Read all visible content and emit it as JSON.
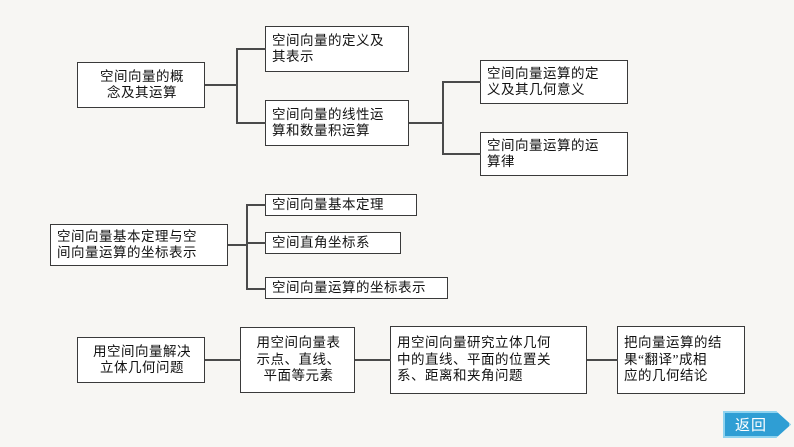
{
  "page": {
    "background_color": "#f7f6f3",
    "box_border_color": "#3a3a3a",
    "box_fill_color": "#ffffff",
    "connector_color": "#4a4a4a",
    "accent_color": "#2f9ed4"
  },
  "groups": {
    "group1": {
      "root": "空间向量的概\n念及其运算",
      "child1": "空间向量的定义及\n其表示",
      "child2": "空间向量的线性运\n算和数量积运算",
      "grandchild1": "空间向量运算的定\n义及其几何意义",
      "grandchild2": "空间向量运算的运\n算律"
    },
    "group2": {
      "root": "空间向量基本定理与空\n间向量运算的坐标表示",
      "child1": "空间向量基本定理",
      "child2": "空间直角坐标系",
      "child3": "空间向量运算的坐标表示"
    },
    "group3": {
      "step1": "用空间向量解决\n立体几何问题",
      "step2": "用空间向量表\n示点、直线、\n平面等元素",
      "step3": "用空间向量研究立体几何\n中的直线、平面的位置关\n系、距离和夹角问题",
      "step4": "把向量运算的结\n果“翻译”成相\n应的几何结论"
    }
  },
  "return_button": {
    "label": "返回"
  }
}
